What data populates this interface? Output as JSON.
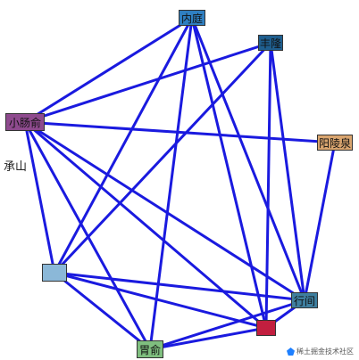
{
  "diagram": {
    "nodes": [
      {
        "id": "neiting",
        "label": "内庭",
        "color": "#2f7fc1"
      },
      {
        "id": "zhuwan",
        "label": "丰隆",
        "color": "#1f5f8f"
      },
      {
        "id": "xiaochangshu",
        "label": "小肠俞",
        "color": "#8e4a8e"
      },
      {
        "id": "yanglingquan",
        "label": "阳陵泉",
        "color": "#d9a56f"
      },
      {
        "id": "blank",
        "label": "",
        "color": "#8bb8d8"
      },
      {
        "id": "hejian",
        "label": "行间",
        "color": "#3f7f9f"
      },
      {
        "id": "shuifen",
        "label": "",
        "color": "#c21f3f"
      },
      {
        "id": "weishu",
        "label": "胃俞",
        "color": "#7fbf7f"
      }
    ],
    "free_labels": [
      {
        "id": "chengshan",
        "label": "承山"
      }
    ],
    "edges": [
      [
        "neiting",
        "xiaochangshu"
      ],
      [
        "neiting",
        "hejian"
      ],
      [
        "neiting",
        "shuifen"
      ],
      [
        "neiting",
        "blank"
      ],
      [
        "neiting",
        "weishu"
      ],
      [
        "zhuwan",
        "xiaochangshu"
      ],
      [
        "zhuwan",
        "hejian"
      ],
      [
        "zhuwan",
        "shuifen"
      ],
      [
        "zhuwan",
        "blank"
      ],
      [
        "xiaochangshu",
        "yanglingquan"
      ],
      [
        "xiaochangshu",
        "hejian"
      ],
      [
        "xiaochangshu",
        "shuifen"
      ],
      [
        "xiaochangshu",
        "weishu"
      ],
      [
        "xiaochangshu",
        "blank"
      ],
      [
        "yanglingquan",
        "hejian"
      ],
      [
        "blank",
        "hejian"
      ],
      [
        "blank",
        "weishu"
      ],
      [
        "blank",
        "shuifen"
      ],
      [
        "hejian",
        "weishu"
      ],
      [
        "shuifen",
        "weishu"
      ],
      [
        "hejian",
        "shuifen"
      ]
    ],
    "edge_color": "#1a1adf",
    "watermark": "稀土掘金技术社区"
  }
}
